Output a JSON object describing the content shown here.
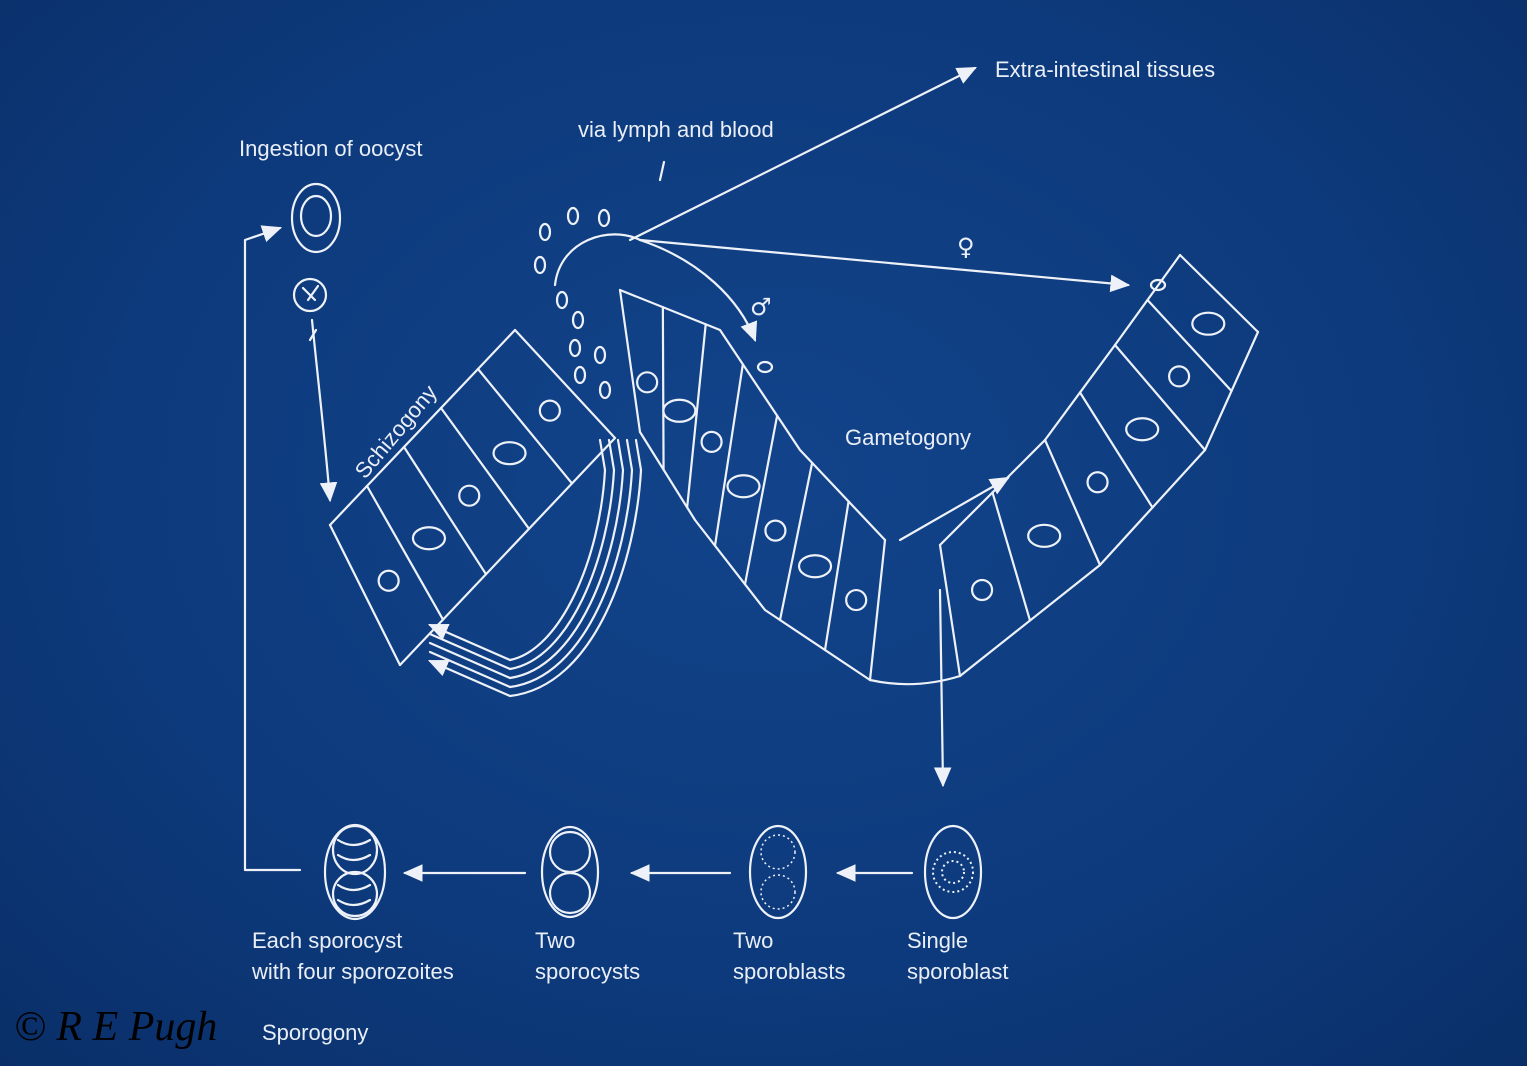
{
  "labels": {
    "extra_intestinal": "Extra-intestinal tissues",
    "via_lymph": "via lymph and blood",
    "ingestion": "Ingestion of oocyst",
    "schizogony": "Schizogony",
    "gametogony": "Gametogony",
    "female_symbol": "♀",
    "male_symbol": "♂",
    "stage1_line1": "Each sporocyst",
    "stage1_line2": "with four sporozoites",
    "stage2_line1": "Two",
    "stage2_line2": "sporocysts",
    "stage3_line1": "Two",
    "stage3_line2": "sporoblasts",
    "stage4_line1": "Single",
    "stage4_line2": "sporoblast",
    "sporogony": "Sporogony"
  },
  "watermark": "© R E Pugh",
  "colors": {
    "background": "#0e3a7c",
    "line": "#eef2f8"
  }
}
